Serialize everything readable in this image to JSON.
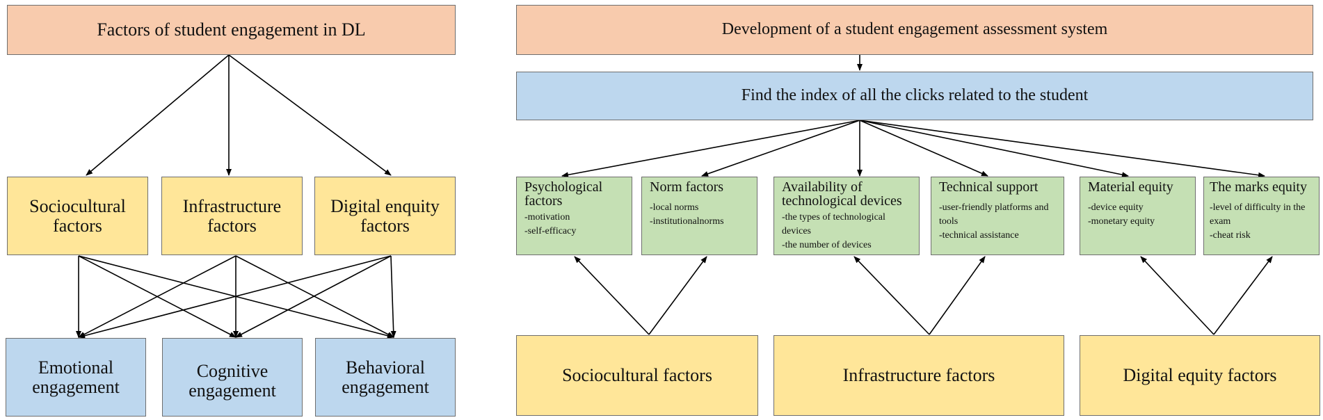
{
  "left_diagram": {
    "title": "Factors of student engagement in DL",
    "factors": [
      {
        "line1": "Sociocultural",
        "line2": "factors"
      },
      {
        "line1": "Infrastructure",
        "line2": "factors"
      },
      {
        "line1": "Digital enquity",
        "line2": "factors"
      }
    ],
    "engagements": [
      {
        "line1": "Emotional",
        "line2": "engagement"
      },
      {
        "line1": "Cognitive",
        "line2": "engagement"
      },
      {
        "line1": "Behavioral",
        "line2": "engagement"
      }
    ]
  },
  "right_diagram": {
    "title": "Development of a student engagement assessment system",
    "index_box": "Find the index of all the clicks related to the student",
    "subfactors": [
      {
        "title_line1": "Psychological",
        "title_line2": "factors",
        "items": [
          "-motivation",
          "-self-efficacy"
        ]
      },
      {
        "title_line1": "Norm factors",
        "title_line2": "",
        "items": [
          "-local norms",
          "-institutionalnorms"
        ]
      },
      {
        "title_line1": "Availability of",
        "title_line2": "technological devices",
        "items": [
          "-the types of technological",
          "devices",
          "-the number of devices"
        ]
      },
      {
        "title_line1": "Technical support",
        "title_line2": "",
        "items": [
          "-user-friendly platforms and",
          "tools",
          "-technical assistance"
        ]
      },
      {
        "title_line1": "Material equity",
        "title_line2": "",
        "items": [
          "-device equity",
          "-monetary equity"
        ]
      },
      {
        "title_line1": "The marks equity",
        "title_line2": "",
        "items": [
          "-level of difficulty in the",
          "exam",
          "-cheat risk"
        ]
      }
    ],
    "bottom_factors": [
      "Sociocultural factors",
      "Infrastructure factors",
      "Digital equity factors"
    ]
  }
}
